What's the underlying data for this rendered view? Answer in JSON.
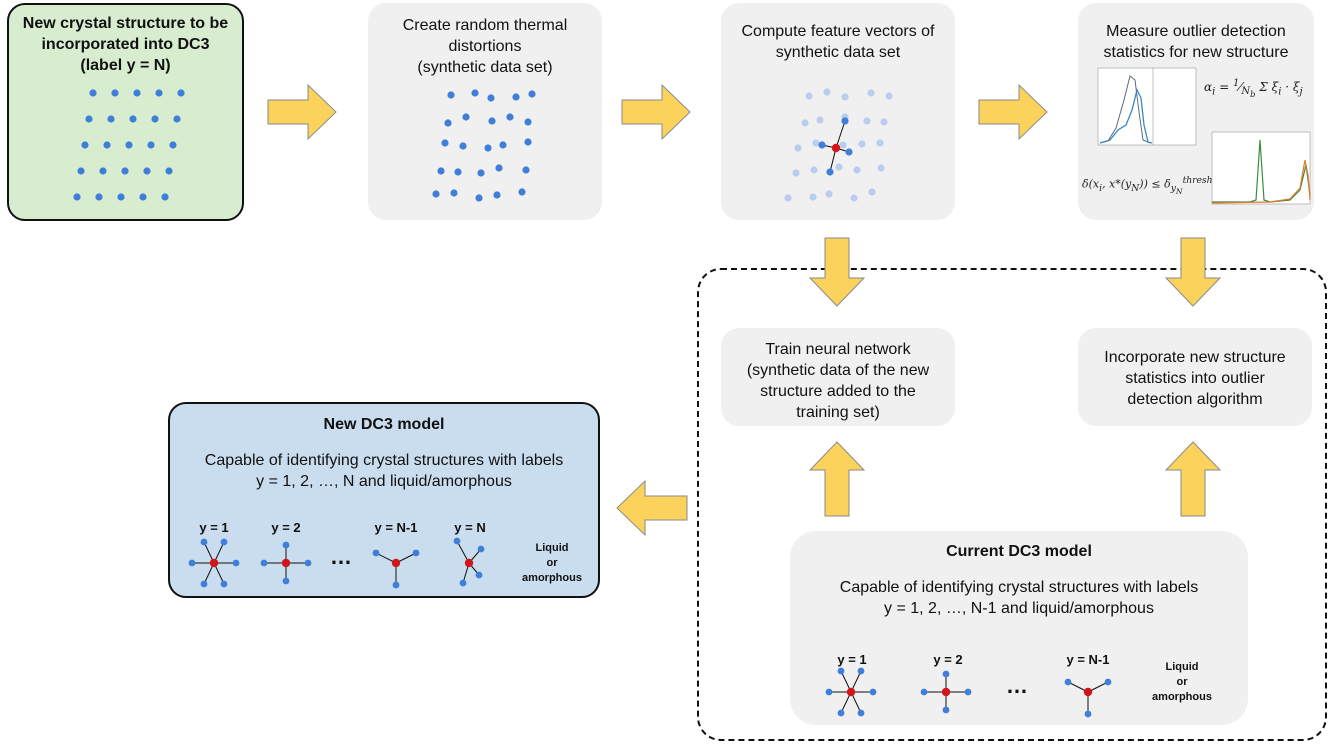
{
  "step1": {
    "lines": [
      "New crystal structure to be",
      "incorporated into DC3",
      "(label y = N)"
    ]
  },
  "step2": {
    "lines": [
      "Create random thermal",
      "distortions",
      "(synthetic data set)"
    ]
  },
  "step3": {
    "lines": [
      "Compute feature vectors of",
      "synthetic data set"
    ]
  },
  "step4": {
    "lines": [
      "Measure outlier detection",
      "statistics for new structure"
    ],
    "formula_alpha": "α_i = (1/N_b) Σ_{j=1}^{N_b} ξ_i · ξ_j",
    "formula_delta": "δ(x_i, x*(y_N)) ≤ δ_{y_N}^{thresh}"
  },
  "train": {
    "lines": [
      "Train neural network",
      "(synthetic data of the new",
      "structure added to the",
      "training set)"
    ]
  },
  "incorporate": {
    "lines": [
      "Incorporate new structure",
      "statistics into outlier",
      "detection algorithm"
    ]
  },
  "current_model": {
    "title": "Current DC3 model",
    "desc": [
      "Capable of identifying crystal structures with labels",
      "y = 1, 2, …, N-1 and liquid/amorphous"
    ],
    "labels": [
      "y = 1",
      "y = 2",
      "y = N-1"
    ],
    "ellipsis": "…",
    "liquid": [
      "Liquid",
      "or",
      "amorphous"
    ]
  },
  "new_model": {
    "title": "New DC3 model",
    "desc": [
      "Capable of identifying crystal structures with labels",
      "y = 1, 2, …, N and liquid/amorphous"
    ],
    "labels": [
      "y = 1",
      "y = 2",
      "y = N-1",
      "y = N"
    ],
    "ellipsis": "…",
    "liquid": [
      "Liquid",
      "or",
      "amorphous"
    ]
  },
  "colors": {
    "green_box": "#d8edd0",
    "blue_box": "#c9ddef",
    "grey_box": "#f0f0f0",
    "arrow_fill": "#fbd35c",
    "arrow_stroke": "#8a8a8a",
    "atom_blue": "#3f7fd9",
    "atom_faded": "#b9cdee",
    "atom_red": "#d0161b"
  }
}
